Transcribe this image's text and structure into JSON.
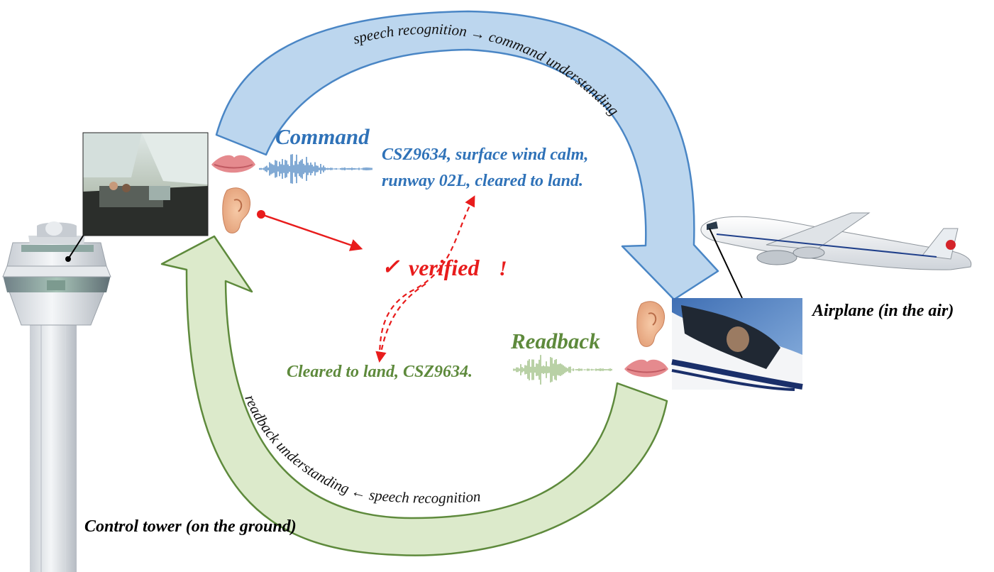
{
  "command": {
    "title": "Command",
    "text_line1": "CSZ9634, surface wind calm,",
    "text_line2": "runway 02L, cleared to land.",
    "arc_label": "speech recognition → command understanding"
  },
  "readback": {
    "title": "Readback",
    "text": "Cleared to land, CSZ9634.",
    "arc_label": "readback understanding ← speech recognition"
  },
  "verification": {
    "checkmark": "✓",
    "label": "verified",
    "exclamation": "!"
  },
  "labels": {
    "control_tower": "Control tower (on the ground)",
    "airplane": "Airplane (in the air)"
  },
  "colors": {
    "command_blue": "#2f72b8",
    "command_arrow_fill": "#bcd6ee",
    "readback_green": "#5e8a3c",
    "readback_arrow_fill": "#dceacb",
    "verified_red": "#e81c1c"
  },
  "icons": [
    "mouth-icon",
    "ear-icon",
    "waveform-icon",
    "checkmark-icon"
  ]
}
